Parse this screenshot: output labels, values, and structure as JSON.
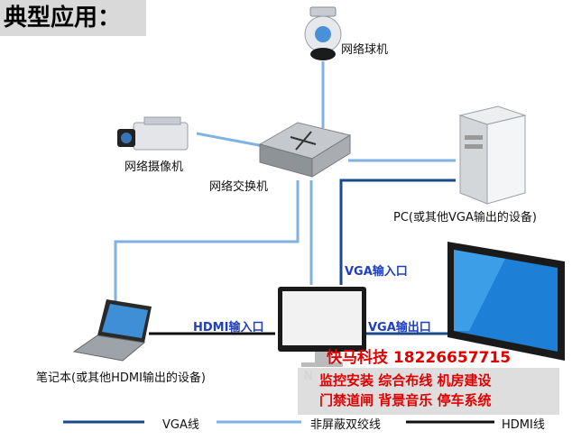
{
  "title": "典型应用：",
  "nodes": {
    "dome_camera": "网络球机",
    "box_camera": "网络摄像机",
    "switch": "网络交换机",
    "pc": "PC(或其他VGA输出的设备)",
    "laptop": "笔记本(或其他HDMI输出的设备)",
    "monitor_partial": "N"
  },
  "ports": {
    "vga_in": "VGA输入口",
    "hdmi_in": "HDMI输入口",
    "vga_out": "VGA输出口"
  },
  "promo": {
    "line1": "快马科技 18226657715",
    "line2": "监控安装  综合布线  机房建设",
    "line3": "门禁道闸  背景音乐  停车系统"
  },
  "legend": {
    "vga": "VGA线",
    "utp": "非屏蔽双绞线",
    "hdmi": "HDMI线"
  },
  "colors": {
    "vga_line": "#1a4a8a",
    "utp_line": "#7fb2e0",
    "hdmi_line": "#111111",
    "promo_text": "#e00000",
    "port_label": "#1f3fbf"
  }
}
